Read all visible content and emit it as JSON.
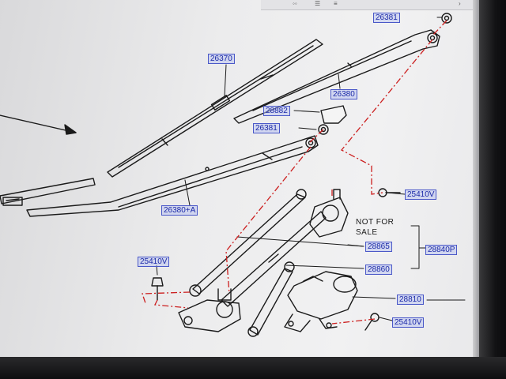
{
  "callouts": {
    "c26381_top": "26381",
    "c26370": "26370",
    "c26380": "26380",
    "c28882": "28882",
    "c26381_mid": "26381",
    "c26380a": "26380+A",
    "c25410v_right": "25410V",
    "c28865": "28865",
    "c28840p": "28840P",
    "c28860": "28860",
    "c25410v_left": "25410V",
    "c28810": "28810",
    "c25410v_bottom": "25410V"
  },
  "note": {
    "line1": "NOT  FOR",
    "line2": "SALE"
  },
  "colors": {
    "callout_text": "#1c2aa8",
    "leader_dash": "#cc1f1f",
    "line_art": "#1a1a1a"
  }
}
